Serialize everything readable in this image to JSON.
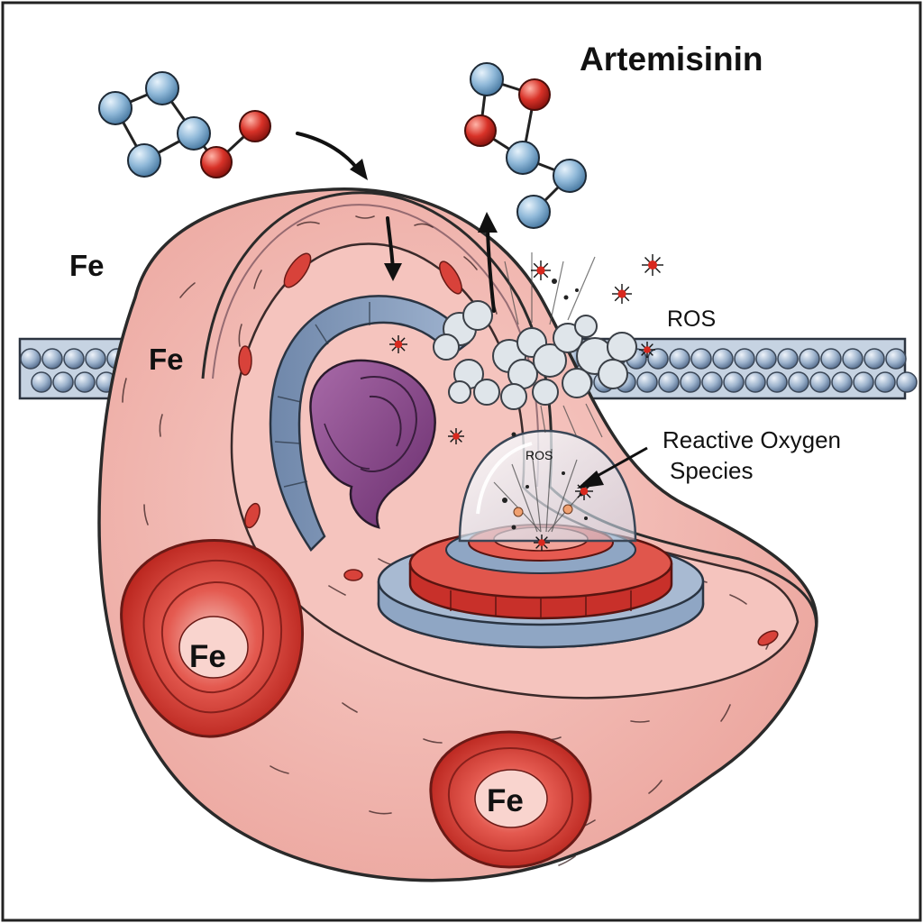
{
  "title": "Artemisinin",
  "labels": {
    "fe_outside": "Fe",
    "fe_cytoplasm": "Fe",
    "fe_granule_left": "Fe",
    "fe_granule_bottom": "Fe",
    "ros_membrane": "ROS",
    "ros_dome": "ROS",
    "reactive_line1": "Reactive Oxygen",
    "reactive_line2": "Species"
  },
  "colors": {
    "carbon_atom": "#8fb8d8",
    "oxygen_atom": "#d83228",
    "cell_body": "#f2b8b2",
    "iron_granule": "#d8423a",
    "membrane_bead": "#9cb2cc",
    "nucleus_shell": "#7f97b8",
    "organelle": "#8a4a8c"
  },
  "icons": [
    "artemisinin-molecule",
    "oxidized-molecule",
    "ros-burst",
    "iron-granule",
    "lipid-bilayer"
  ]
}
